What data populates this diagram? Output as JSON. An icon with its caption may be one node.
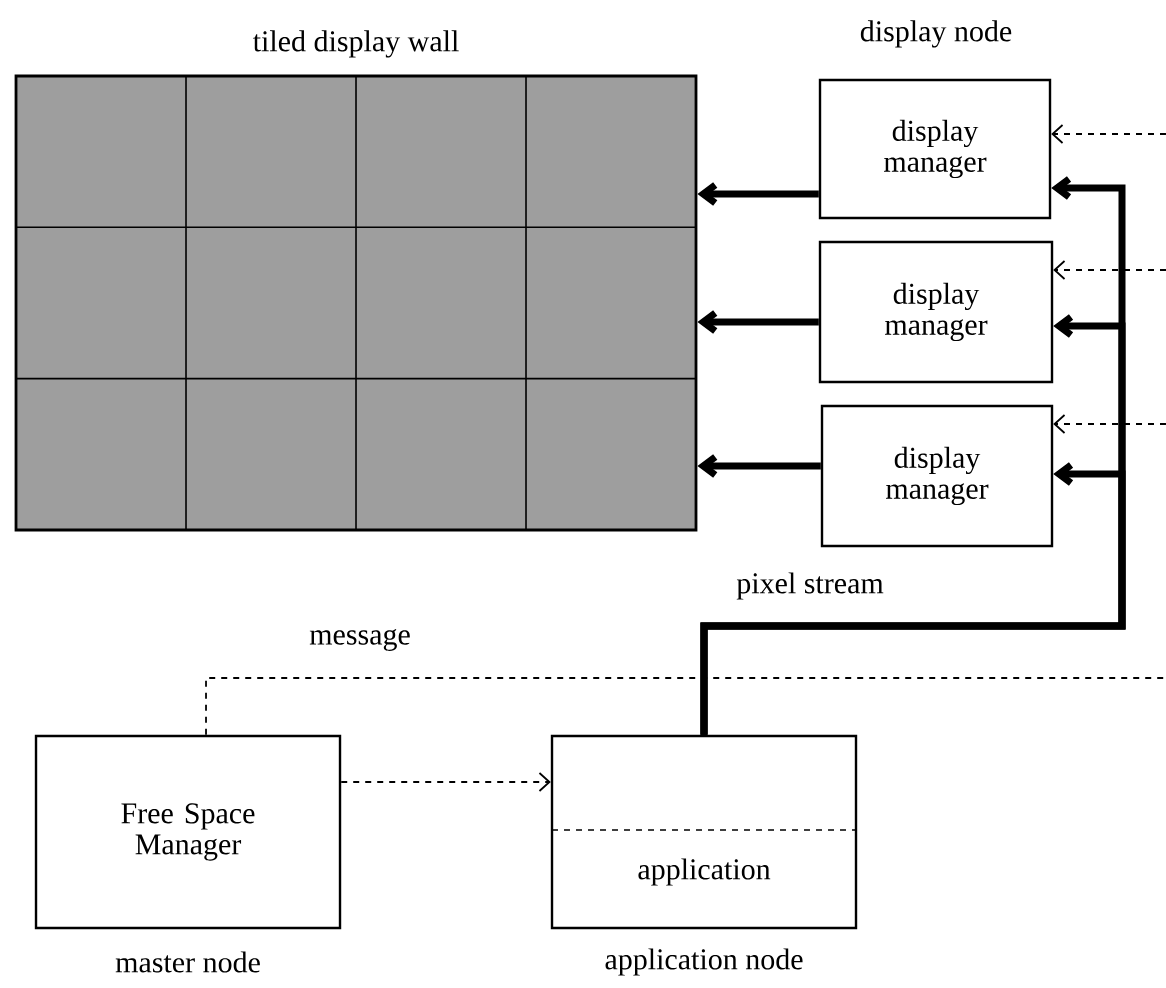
{
  "diagram": {
    "nodes": [
      {
        "text": [
          "tiled display wall"
        ]
      },
      {
        "text": [
          "display node",
          "display manager"
        ]
      },
      {
        "text": [
          "display manager"
        ]
      },
      {
        "text": [
          "display manager"
        ]
      },
      {
        "text": [
          "Free Space Manager"
        ],
        "beside": [
          "master node"
        ]
      },
      {
        "text": [
          "application"
        ],
        "beside": [
          "application node"
        ]
      }
    ],
    "edges": [
      {
        "from": 1,
        "to": 0,
        "arrow": "to"
      },
      {
        "from": 2,
        "to": 0,
        "arrow": "to"
      },
      {
        "from": 3,
        "to": 0,
        "arrow": "to"
      },
      {
        "from": 5,
        "to": 1,
        "arrow": "to",
        "label": "pixel stream"
      },
      {
        "from": 5,
        "to": 2,
        "arrow": "to"
      },
      {
        "from": 5,
        "to": 3,
        "arrow": "to"
      },
      {
        "from": 4,
        "to": 5,
        "arrow": "to",
        "style": "dashed"
      },
      {
        "from": 4,
        "to": null,
        "arrow": "none",
        "style": "dashed",
        "label": "message"
      },
      {
        "from": null,
        "to": 1,
        "arrow": "to",
        "style": "dashed"
      },
      {
        "from": null,
        "to": 2,
        "arrow": "to",
        "style": "dashed"
      },
      {
        "from": null,
        "to": 3,
        "arrow": "to",
        "style": "dashed"
      }
    ]
  }
}
